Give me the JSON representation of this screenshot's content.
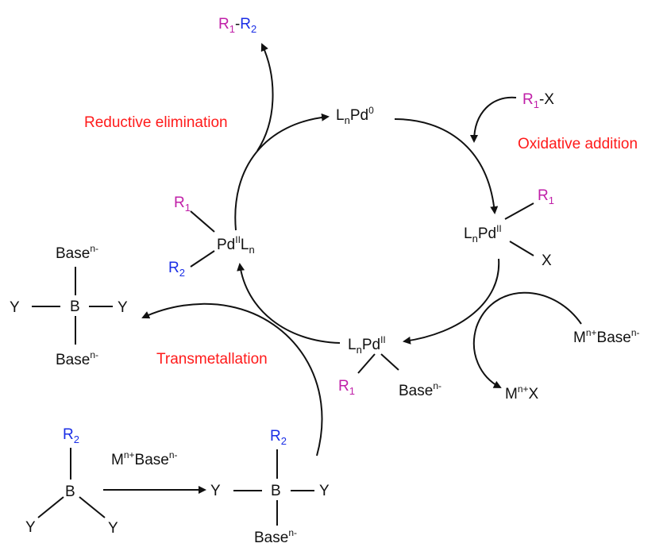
{
  "colors": {
    "r1": "#c020a8",
    "r2": "#1a2ee6",
    "label": "#ff1a1a",
    "ink": "#111111"
  },
  "chem": {
    "R": "R",
    "one": "1",
    "two": "2",
    "dash": "-",
    "X": "X",
    "L": "L",
    "n": "n",
    "Pd": "Pd",
    "zero": "0",
    "II": "II",
    "Y": "Y",
    "B": "B",
    "Base": "Base",
    "n_minus": "n-",
    "M": "M",
    "n_plus": "n+"
  },
  "labels": {
    "reductive_elimination": "Reductive elimination",
    "oxidative_addition": "Oxidative addition",
    "transmetallation": "Transmetallation"
  }
}
